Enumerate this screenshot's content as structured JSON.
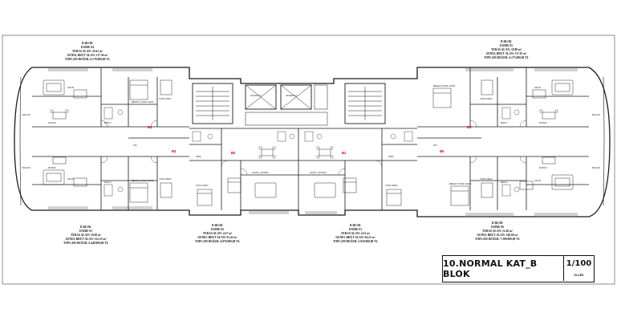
{
  "units": [
    {
      "id": "unit-04",
      "block": "B BLOK",
      "daire": "DAİRE 04",
      "teras": "TERAS ALAN: 10.41 m²",
      "brut": "GENEL BRÜT ALAN: 117.30 m²",
      "fiyat": "TOPLAM DEĞER: 6.170.000,00 TL"
    },
    {
      "id": "unit-05",
      "block": "B BLOK",
      "daire": "DAİRE 05",
      "teras": "TERAS ALAN: 10.88 m²",
      "brut": "GENEL BRÜT ALAN: 117.67 m²",
      "fiyat": "TOPLAM DEĞER: 6.175.000,00 TL"
    },
    {
      "id": "unit-03",
      "block": "B BLOK",
      "daire": "DAİRE 03",
      "teras": "TERAS ALAN: 10.69 m²",
      "brut": "GENEL BRÜT ALAN: 122.23 m²",
      "fiyat": "TOPLAM DEĞER: 6.440.000,00 TL"
    },
    {
      "id": "unit-02",
      "block": "B BLOK",
      "daire": "DAİRE 02",
      "teras": "TERAS ALAN: 4.27 m²",
      "brut": "GENEL BRÜT ALAN: 91.42 m²",
      "fiyat": "TOPLAM DEĞER: 4.970.000,00 TL"
    },
    {
      "id": "unit-01",
      "block": "B BLOK",
      "daire": "DAİRE 01",
      "teras": "TERAS ALAN: 4.52 m²",
      "brut": "GENEL BRÜT ALAN: 94.21 m²",
      "fiyat": "TOPLAM DEĞER: 5.010.000,00 TL"
    },
    {
      "id": "unit-06",
      "block": "B BLOK",
      "daire": "DAİRE 06",
      "teras": "TERAS ALAN: 11.40 m²",
      "brut": "GENEL BRÜT ALAN: 140.60 m²",
      "fiyat": "TOPLAM DEĞER: 7.300.000,00 TL"
    }
  ],
  "unit_tags": [
    "B4",
    "B3",
    "B2",
    "B1",
    "B6",
    "B5"
  ],
  "room_labels": {
    "salon": "SALON",
    "mutfak": "MUTFAK",
    "yatak": "YATAK ODASI",
    "ebeveyn": "EBEVEYN YATAK ODASI",
    "banyo": "BANYO",
    "wc": "WC",
    "hol": "HOL",
    "giris": "GİRİŞ",
    "balkon": "BALKON",
    "asansor": "ASANSÖR",
    "salon_mutfak": "SALON + MUTFAK"
  },
  "elevators": [
    "ASANSÖR 1",
    "ASANSÖR 2"
  ],
  "title_block": {
    "title": "10.NORMAL KAT_B BLOK",
    "scale": "1/100",
    "scale_label": "ÖLÇEK"
  },
  "colors": {
    "line": "#1a1a1a",
    "accent": "#d00000"
  }
}
